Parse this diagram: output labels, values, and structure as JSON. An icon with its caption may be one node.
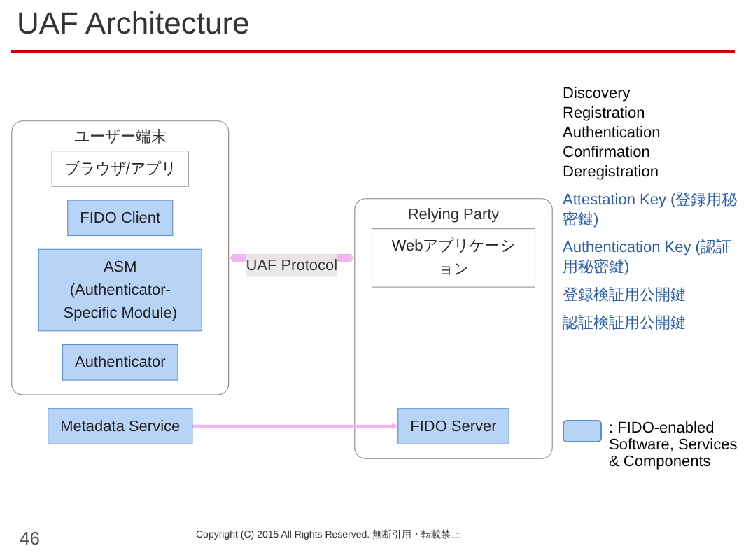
{
  "diagram": {
    "title": "UAF Architecture",
    "nodes": [
      {
        "text": [
          "ユーザー端末"
        ]
      },
      {
        "text": [
          "ブラウザ/アプリ"
        ],
        "in": 0
      },
      {
        "text": [
          "FIDO Client"
        ],
        "in": 0
      },
      {
        "text": [
          "ASM",
          "(Authenticator-Specific Module)"
        ],
        "in": 0
      },
      {
        "text": [
          "Authenticator"
        ],
        "in": 0
      },
      {
        "text": [
          "Relying Party"
        ]
      },
      {
        "text": [
          "Webアプリケーション"
        ],
        "in": 5
      },
      {
        "text": [
          "FIDO Server"
        ],
        "in": 5
      },
      {
        "text": [
          "Metadata Service"
        ]
      }
    ],
    "edges": [
      {
        "from": 0,
        "to": 5,
        "arrow": "both",
        "label": "UAF Protocol",
        "style": "thick",
        "color": "#f2b8ee"
      },
      {
        "from": 8,
        "to": 7,
        "arrow": "to",
        "color": "#f2b8ee"
      }
    ],
    "labels": [
      "Discovery",
      "Registration",
      "Authentication",
      "Confirmation",
      "Deregistration",
      "Attestation Key (登録用秘密鍵)",
      "Authentication Key (認証用秘密鍵)",
      "登録検証用公開鍵",
      "認証検証用公開鍵",
      "46",
      "Copyright (C) 2015 All Rights Reserved. 無断引用・転載禁止"
    ],
    "legend": [
      {
        "text": ": FIDO-enabled Software, Services & Components",
        "color": "#b7d3f5"
      }
    ]
  }
}
